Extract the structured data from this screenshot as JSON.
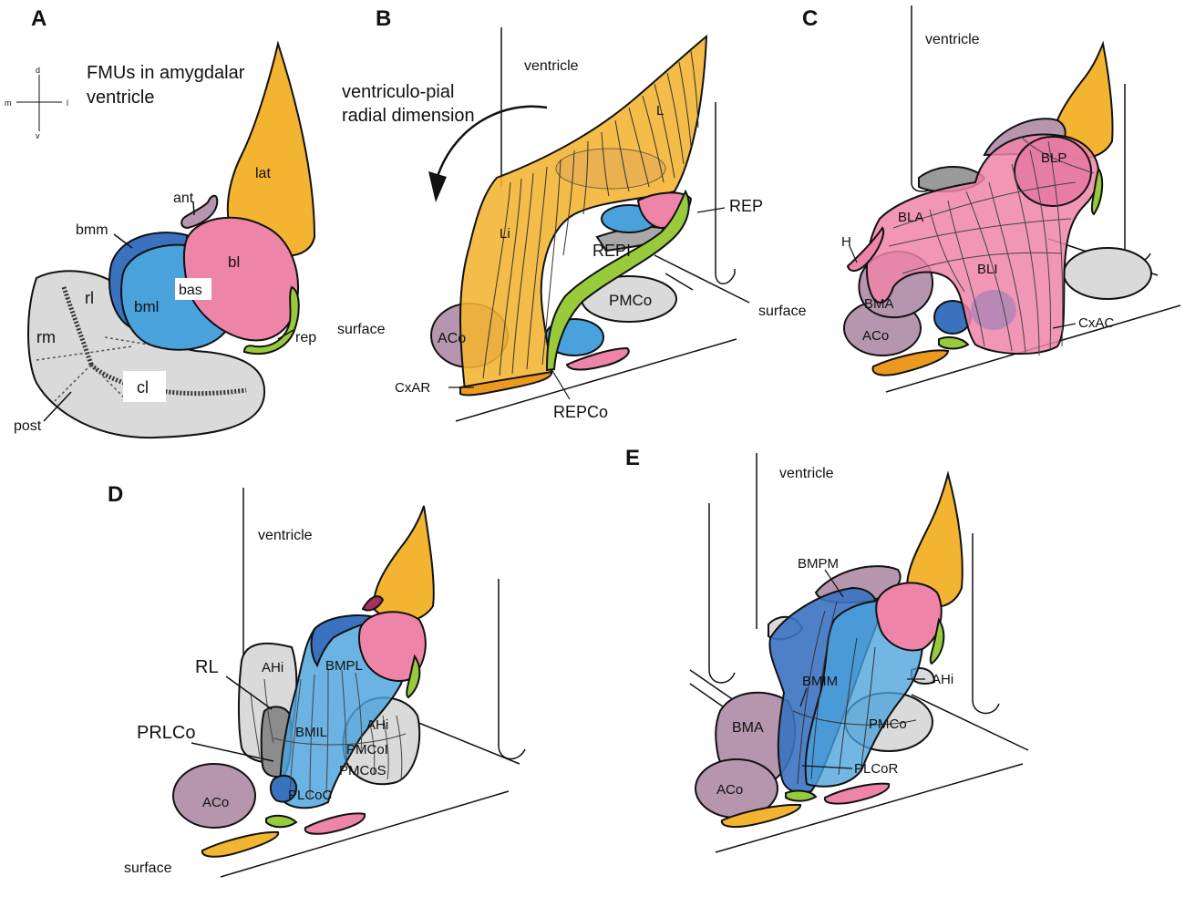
{
  "panels": {
    "A": {
      "letter": "A",
      "compass": {
        "d": "d",
        "m": "m",
        "l": "l",
        "v": "v"
      },
      "title_line1": "FMUs in amygdalar",
      "title_line2": "ventricle",
      "labels": {
        "lat": "lat",
        "ant": "ant",
        "bmm": "bmm",
        "bml": "bml",
        "bas": "bas",
        "bl": "bl",
        "rep": "rep",
        "rl": "rl",
        "rm": "rm",
        "cl": "cl",
        "post": "post"
      }
    },
    "B": {
      "letter": "B",
      "labels": {
        "ventricle": "ventricle",
        "arrow_line1": "ventriculo-pial",
        "arrow_line2": "radial dimension",
        "L": "L",
        "Li": "Li",
        "REP": "REP",
        "REPI": "REPI",
        "PMCo": "PMCo",
        "surface": "surface",
        "ACo": "ACo",
        "CxAR": "CxAR",
        "REPCo": "REPCo"
      }
    },
    "C": {
      "letter": "C",
      "labels": {
        "ventricle": "ventricle",
        "BLP": "BLP",
        "BLA": "BLA",
        "H": "H",
        "BLI": "BLI",
        "BMA": "BMA",
        "ACo": "ACo",
        "CxAC": "CxAC"
      }
    },
    "D": {
      "letter": "D",
      "labels": {
        "ventricle": "ventricle",
        "RL": "RL",
        "AHi": "AHi",
        "BMPL": "BMPL",
        "PRLCo": "PRLCo",
        "BMIL": "BMIL",
        "AHi2": "AHi",
        "PMCoI": "PMCoI",
        "PMCoS": "PMCoS",
        "ACo": "ACo",
        "PLCoC": "PLCoC",
        "surface": "surface"
      }
    },
    "E": {
      "letter": "E",
      "labels": {
        "ventricle": "ventricle",
        "BMPM": "BMPM",
        "BMIM": "BMIM",
        "AHi": "AHi",
        "BMA": "BMA",
        "PMCo": "PMCo",
        "PLCoR": "PLCoR",
        "ACo": "ACo"
      }
    }
  },
  "colors": {
    "orange": "#F2B431",
    "pink": "#EE84A8",
    "blue": "#4AA2DC",
    "dark_blue": "#3A72C0",
    "mauve": "#B596AE",
    "gray": "#DADADA",
    "dark_gray": "#9A9A9A",
    "green": "#98CB3C",
    "dark_orange": "#EC9A1F"
  }
}
